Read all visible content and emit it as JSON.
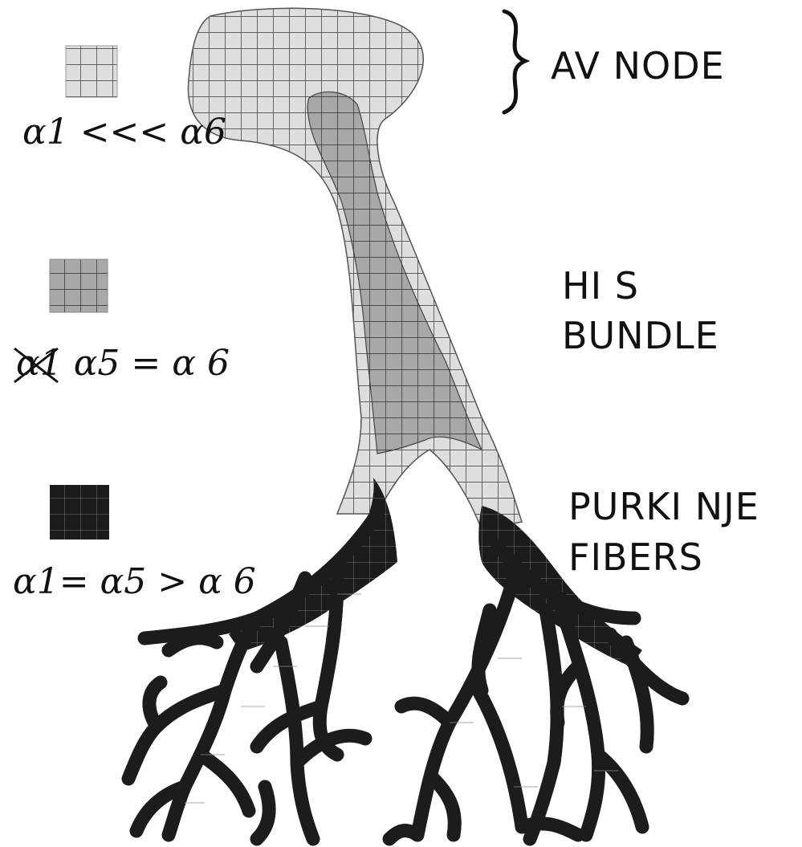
{
  "labels": {
    "av_node": "AV NODE",
    "his_line1": "HI S",
    "his_line2": "BUNDLE",
    "purkinje_line1": "PURKI NJE",
    "purkinje_line2": "FIBERS"
  },
  "legend": {
    "item1": {
      "formula": "α1 <<< α6",
      "shade": "#dcdcdc"
    },
    "item2": {
      "crossed": "α1",
      "formula": " α5 = α 6",
      "shade": "#a9a9a9"
    },
    "item3": {
      "formula": "α1= α5 > α 6",
      "shade": "#222222"
    }
  },
  "colors": {
    "light_tissue": "#dedede",
    "mid_tissue": "#a8a8a8",
    "dark_tissue": "#1c1c1c",
    "ink": "#111111"
  }
}
